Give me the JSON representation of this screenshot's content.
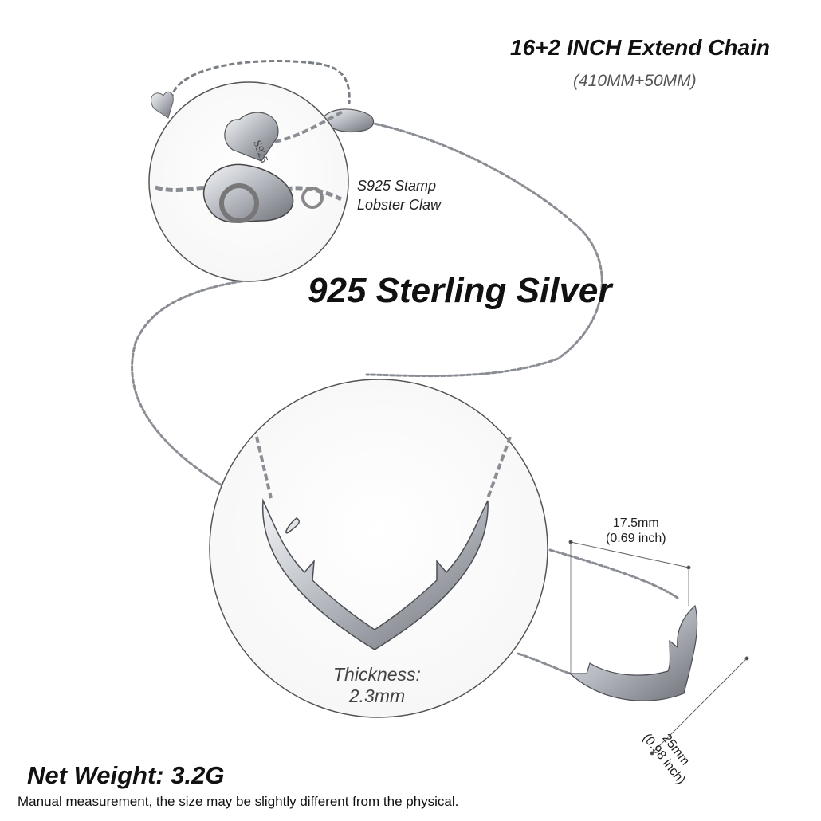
{
  "chain": {
    "title": "16+2 INCH Extend Chain",
    "subtitle": "(410MM+50MM)"
  },
  "clasp": {
    "stamp_label": "S925 Stamp",
    "claw_label": "Lobster Claw",
    "tag_text": "S925"
  },
  "material": {
    "title": "925 Sterling Silver"
  },
  "pendant": {
    "thickness_label": "Thickness:",
    "thickness_value": "2.3mm",
    "width_mm": "17.5mm",
    "width_inch": "(0.69 inch)",
    "height_mm": "25mm",
    "height_inch": "(0.98 inch)"
  },
  "footer": {
    "weight": "Net Weight: 3.2G",
    "note": "Manual measurement, the size may be slightly different from the physical."
  },
  "colors": {
    "silver": "#c9ccd1",
    "silver_dark": "#6f737a",
    "outline": "#555555"
  }
}
